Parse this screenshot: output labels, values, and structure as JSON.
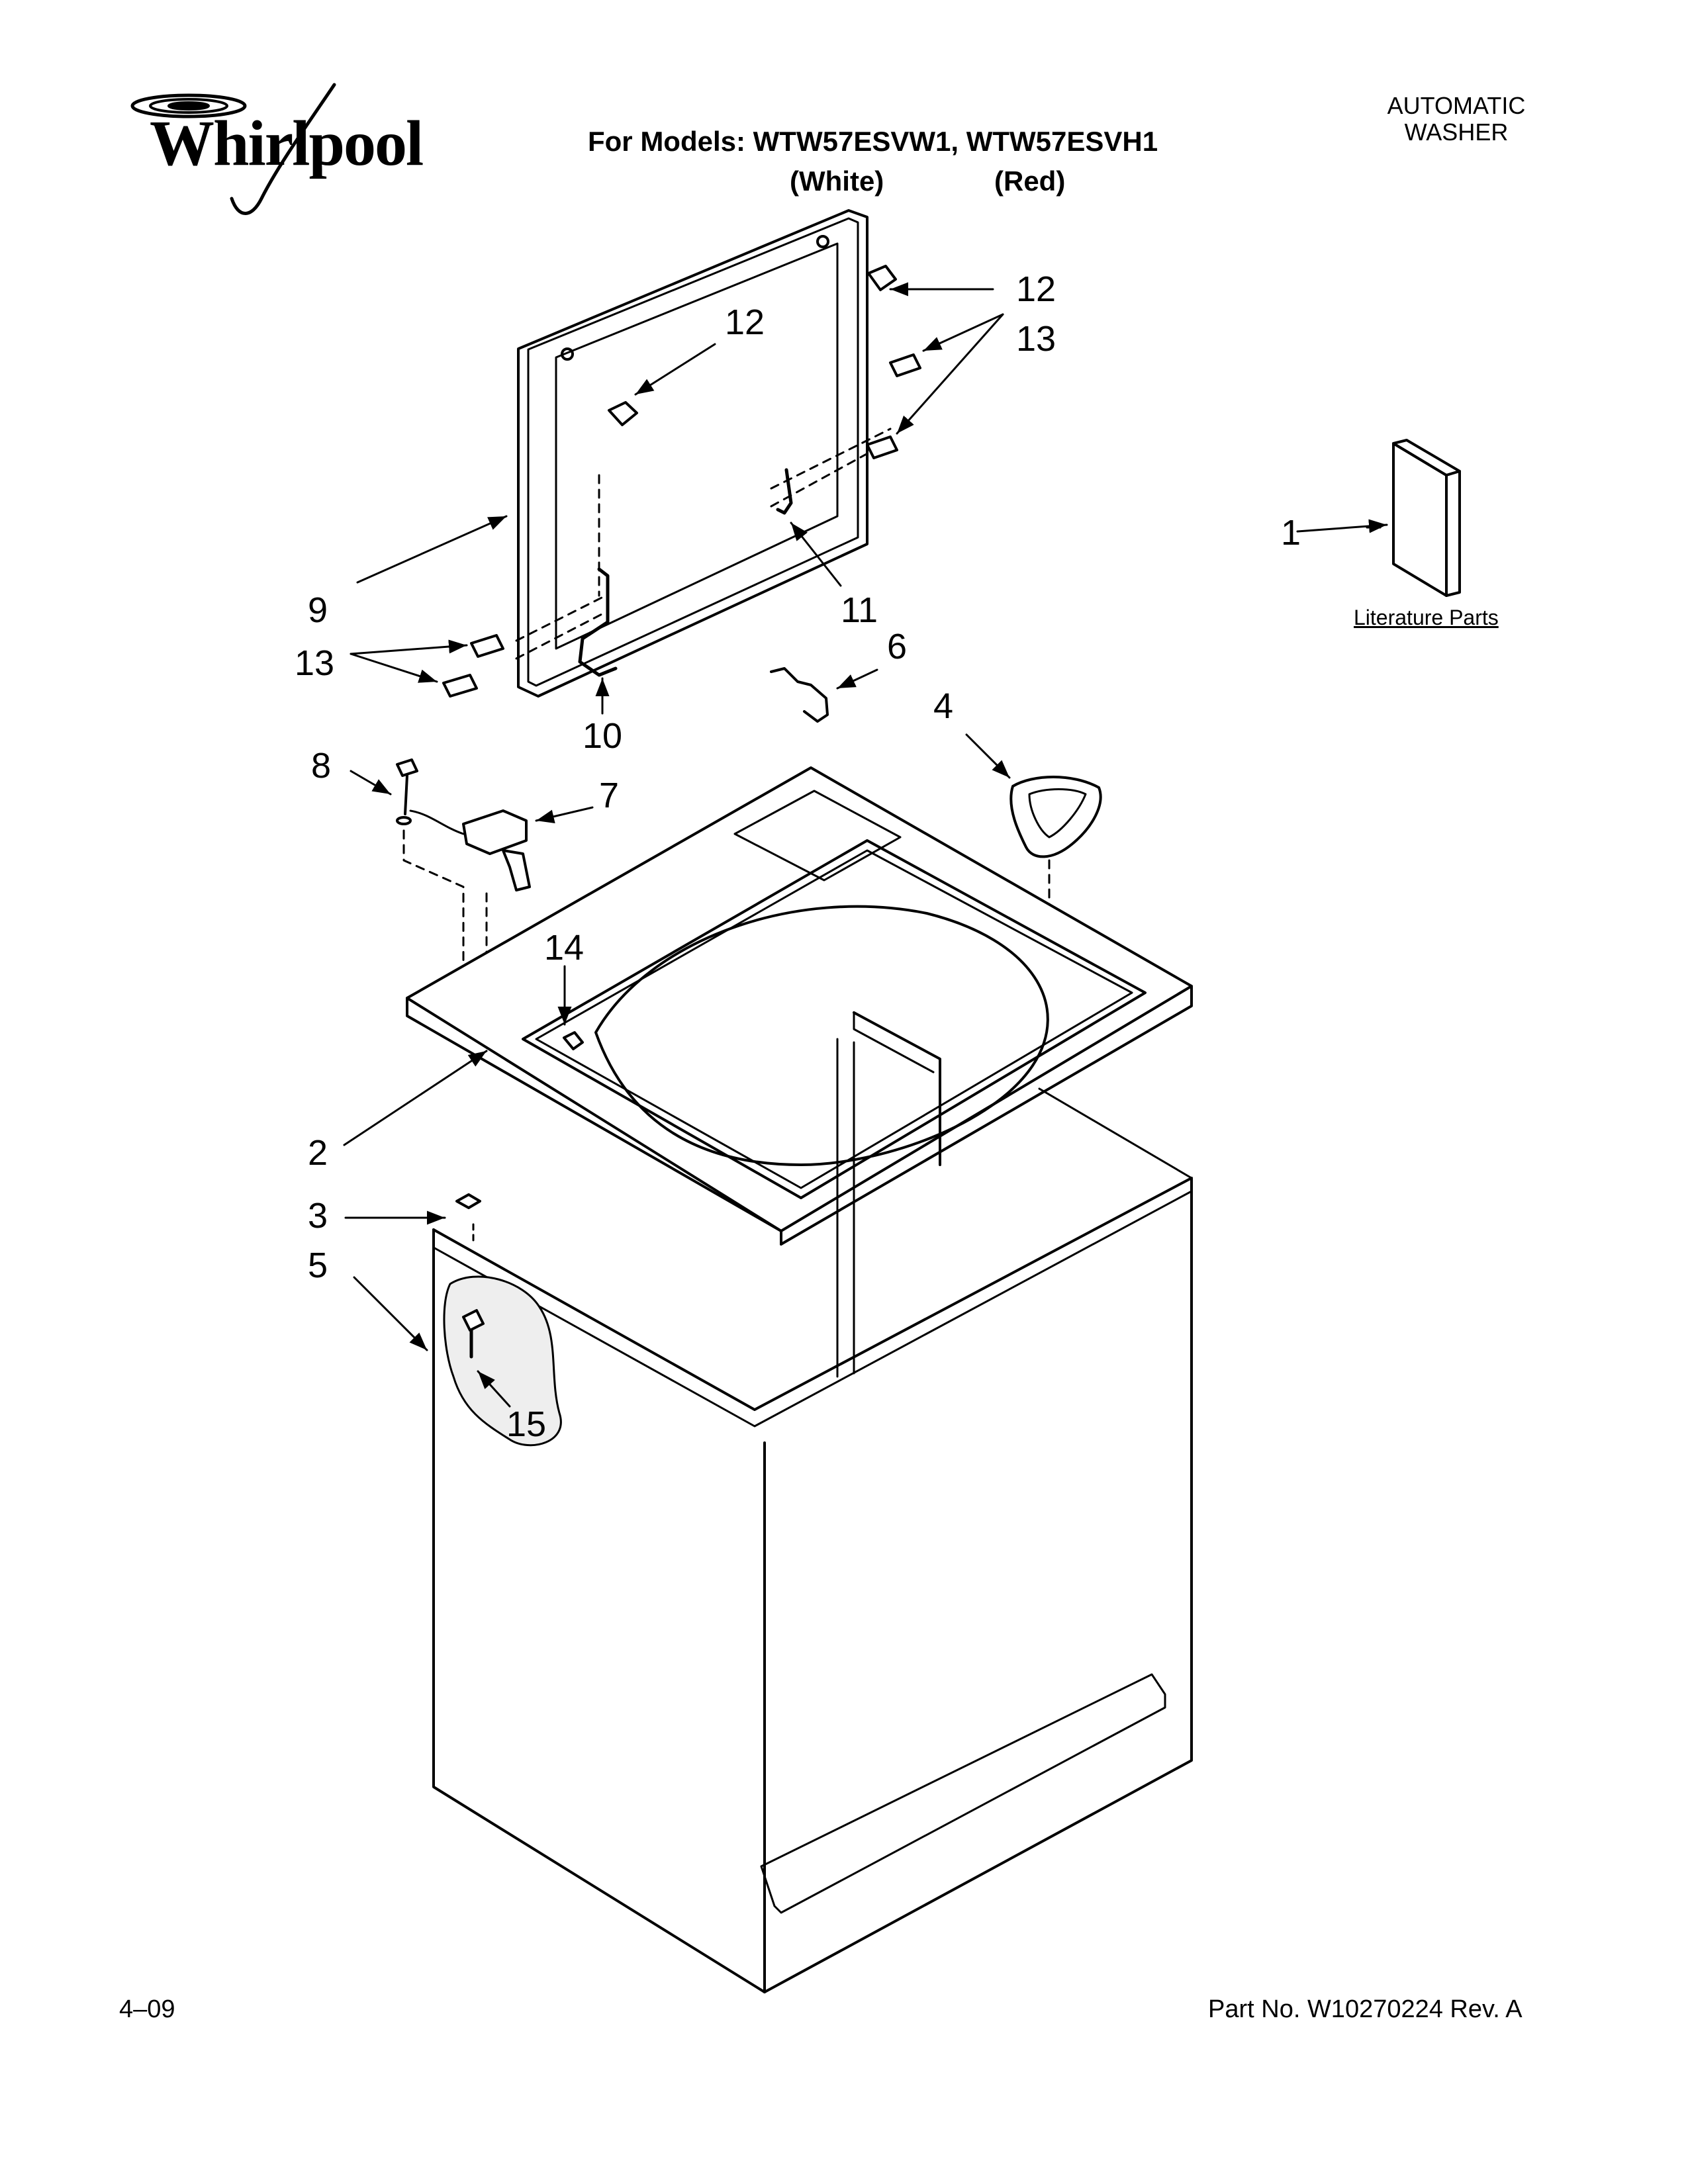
{
  "brand": {
    "name": "Whirlpool"
  },
  "header": {
    "models_label": "For Models: WTW57ESVW1, WTW57ESVH1",
    "variants": [
      "(White)",
      "(Red)"
    ],
    "doc_type": [
      "AUTOMATIC",
      "WASHER"
    ]
  },
  "literature": {
    "label": "Literature Parts"
  },
  "callouts": [
    "1",
    "2",
    "3",
    "4",
    "5",
    "6",
    "7",
    "8",
    "9",
    "10",
    "11",
    "12",
    "12",
    "13",
    "13",
    "14",
    "15"
  ],
  "footer": {
    "date": "4–09",
    "part_number": "Part No. W10270224 Rev. A"
  }
}
